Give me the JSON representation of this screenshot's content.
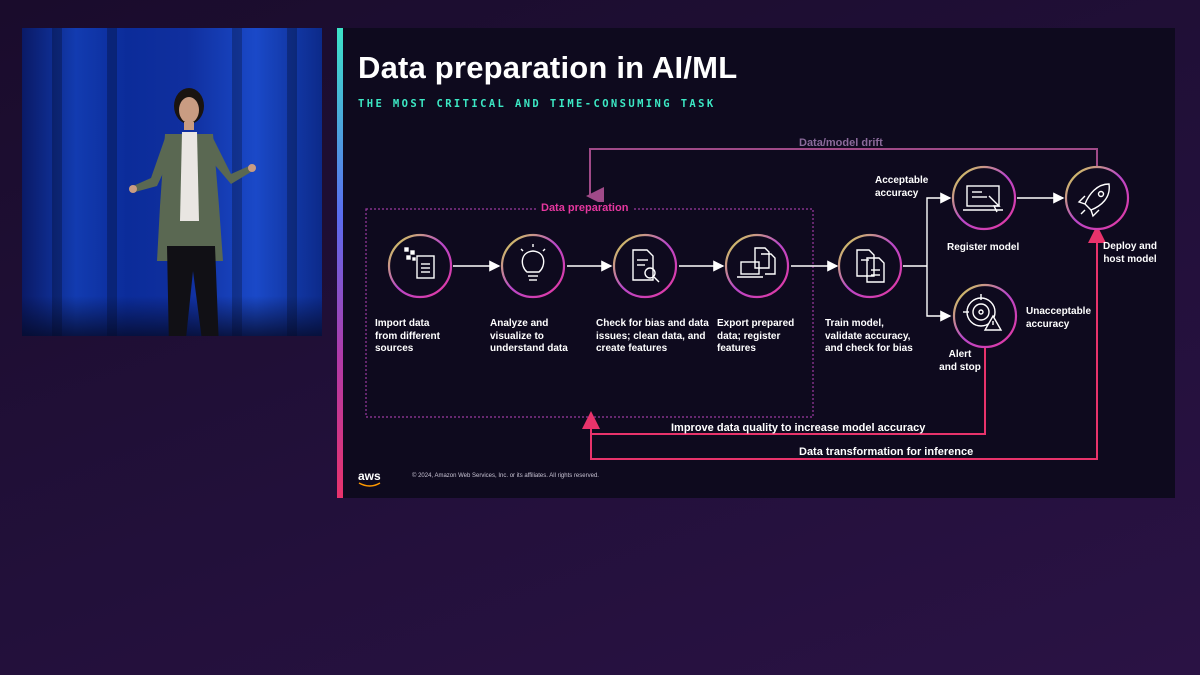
{
  "slide": {
    "title": "Data preparation in AI/ML",
    "subtitle": "THE MOST CRITICAL AND TIME-CONSUMING TASK",
    "group_label": "Data preparation",
    "drift_label": "Data/model drift",
    "steps": [
      {
        "label_lines": [
          "Import data",
          "from different",
          "sources"
        ],
        "icon": "import-data-icon"
      },
      {
        "label_lines": [
          "Analyze and",
          "visualize to",
          "understand data"
        ],
        "icon": "lightbulb-icon"
      },
      {
        "label_lines": [
          "Check for bias and data",
          "issues; clean data, and",
          "create features"
        ],
        "icon": "document-search-icon"
      },
      {
        "label_lines": [
          "Export prepared",
          "data; register",
          "features"
        ],
        "icon": "export-laptop-icon"
      },
      {
        "label_lines": [
          "Train model,",
          "validate accuracy,",
          "and check for bias"
        ],
        "icon": "train-documents-icon"
      }
    ],
    "acceptable_lines": [
      "Acceptable",
      "accuracy"
    ],
    "unacceptable_lines": [
      "Unacceptable",
      "accuracy"
    ],
    "register_label": "Register model",
    "deploy_lines": [
      "Deploy and",
      "host model"
    ],
    "alert_lines": [
      "Alert",
      "and stop"
    ],
    "loop_improve": "Improve data quality to increase model accuracy",
    "loop_transform": "Data transformation for inference",
    "footer_logo": "aws",
    "footer_text": "© 2024, Amazon Web Services, Inc. or its affiliates. All rights reserved."
  },
  "colors": {
    "accent_teal": "#3ce8c4",
    "accent_pink": "#e6379f",
    "flow_red": "#e8336b",
    "slide_bg": "#0e0a1e"
  }
}
